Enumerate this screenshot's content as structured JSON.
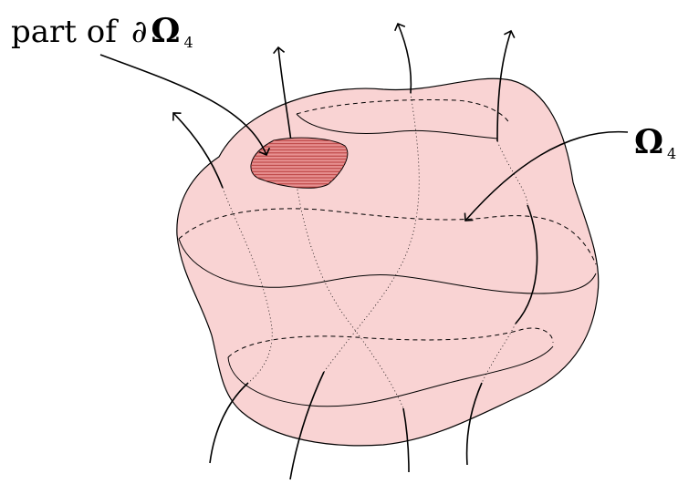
{
  "labels": {
    "part_prefix": "part of",
    "partial_symbol": "∂",
    "omega_symbol": "Ω",
    "subscript": "4"
  },
  "colors": {
    "region_fill": "#f9d3d3",
    "patch_fill": "#e79090",
    "patch_hatch": "#b03030",
    "stroke": "#000000"
  }
}
